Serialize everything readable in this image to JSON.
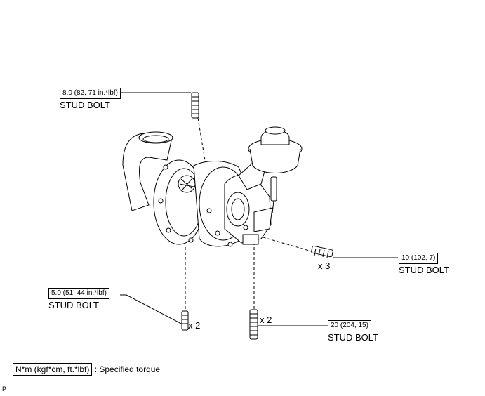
{
  "callouts": [
    {
      "id": "top",
      "torque": "8.0 (82, 71 in.*lbf)",
      "part": "STUD BOLT",
      "qty": ""
    },
    {
      "id": "right",
      "torque": "10 (102, 7)",
      "part": "STUD BOLT",
      "qty": "x 3"
    },
    {
      "id": "left",
      "torque": "5.0 (51, 44 in.*lbf)",
      "part": "STUD BOLT",
      "qty": "x 2"
    },
    {
      "id": "bottom",
      "torque": "20 (204, 15)",
      "part": "STUD BOLT",
      "qty": "x 2"
    }
  ],
  "legend": {
    "units": "N*m (kgf*cm, ft.*lbf)",
    "text": ": Specified torque"
  },
  "corner_mark": "P"
}
